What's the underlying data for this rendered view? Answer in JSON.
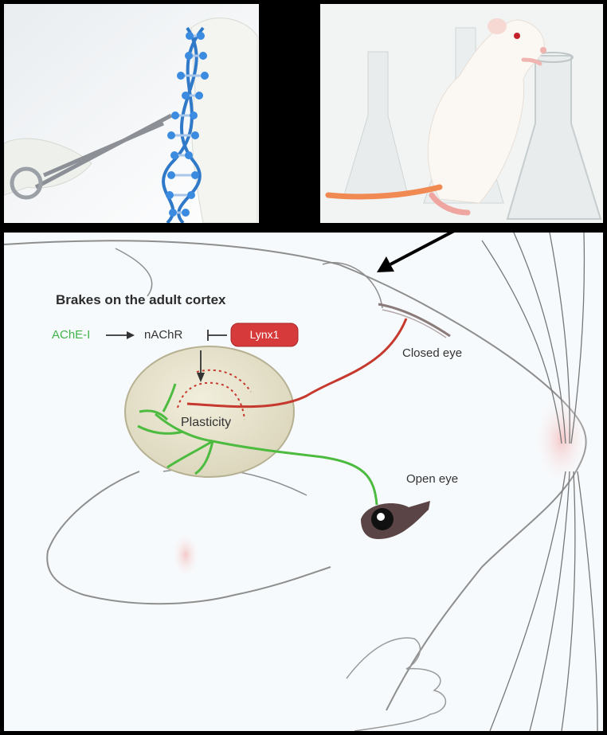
{
  "diagram": {
    "title": "Brakes on the adult cortex",
    "pathway": {
      "agonist": "AChE-I",
      "receptor": "nAChR",
      "inhibitor": "Lynx1"
    },
    "region_label": "Plasticity",
    "closed_eye_label": "Closed eye",
    "open_eye_label": "Open eye",
    "colors": {
      "agonist": "#3fb34a",
      "inhibitor_box": "#d63a3a",
      "closed_eye_pathway": "#c6392e",
      "open_eye_pathway": "#4cbb3f",
      "cortex_fill": "#e6e2cc"
    }
  },
  "images": [
    {
      "name": "dna-editing-photo",
      "icon": "dna-scissors-icon"
    },
    {
      "name": "lab-rat-photo",
      "icon": "rat-flask-icon"
    }
  ]
}
